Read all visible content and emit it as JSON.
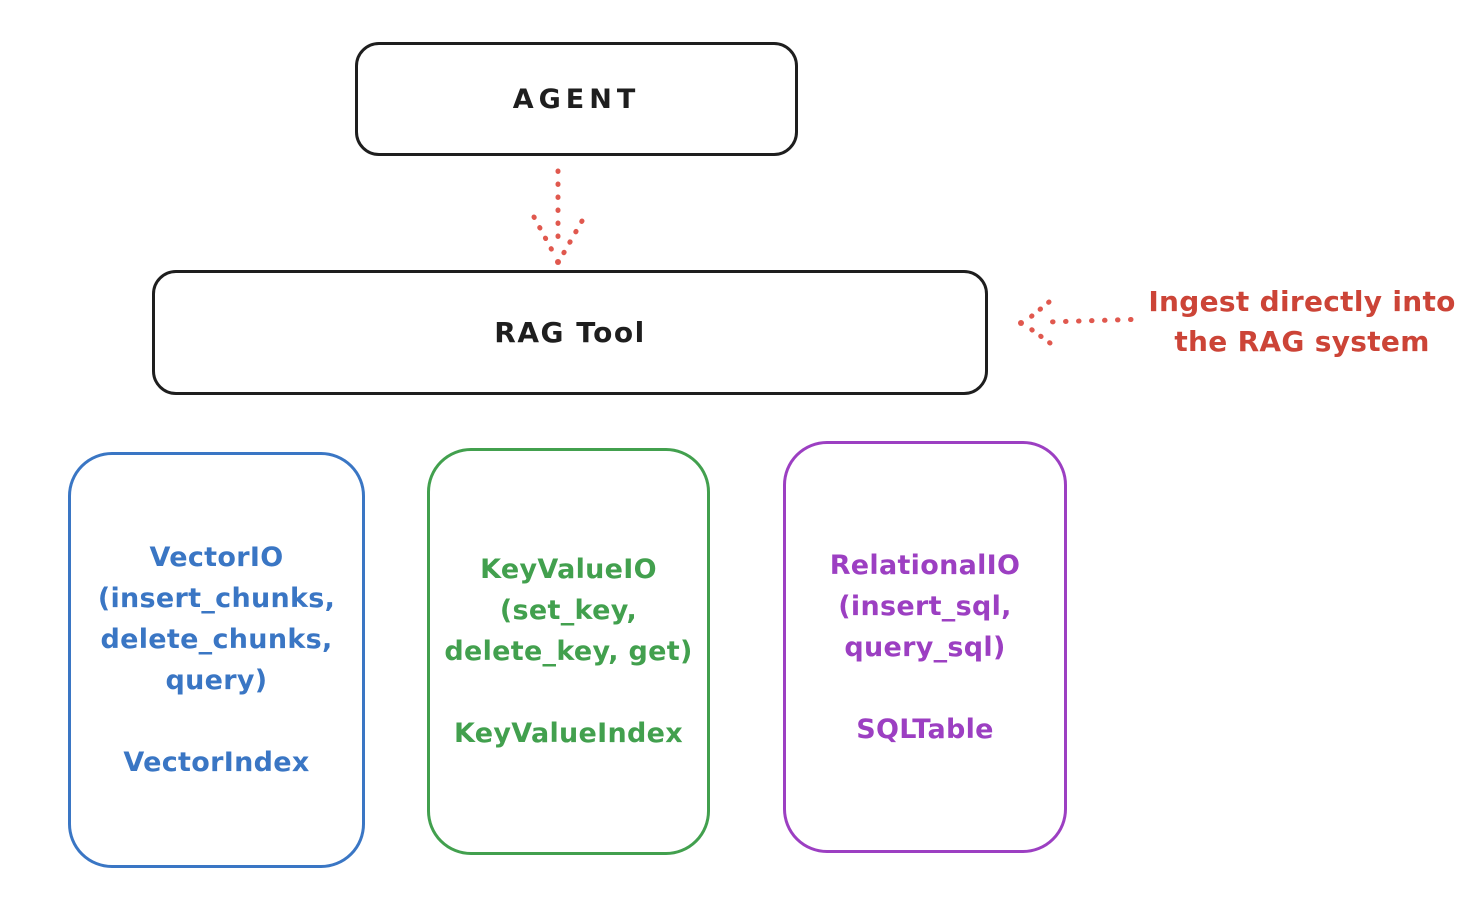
{
  "diagram": {
    "agent_box": {
      "label": "AGENT"
    },
    "rag_tool_box": {
      "label": "RAG Tool"
    },
    "annotation": {
      "line1": "Ingest directly into",
      "line2": "the RAG system"
    },
    "arrows": [
      {
        "name": "agent-to-rag-tool",
        "style": "dotted",
        "direction": "down",
        "color": "#e0584e"
      },
      {
        "name": "annotation-to-rag-tool",
        "style": "dotted",
        "direction": "left",
        "color": "#e0584e"
      }
    ],
    "stores": [
      {
        "name": "vector-io",
        "color": "#3a76c4",
        "lines": [
          "VectorIO",
          "(insert_chunks,",
          "delete_chunks,",
          "query)"
        ],
        "index_label": "VectorIndex"
      },
      {
        "name": "key-value-io",
        "color": "#42a04e",
        "lines": [
          "KeyValueIO",
          "(set_key,",
          "delete_key, get)"
        ],
        "index_label": "KeyValueIndex"
      },
      {
        "name": "relational-io",
        "color": "#9c3fc2",
        "lines": [
          "RelationalIO",
          "(insert_sql,",
          "query_sql)"
        ],
        "index_label": "SQLTable"
      }
    ],
    "colors": {
      "box_stroke": "#1e1e1e",
      "red_text": "#cc4437",
      "red_arrow": "#e0584e",
      "blue": "#3a76c4",
      "green": "#42a04e",
      "purple": "#9c3fc2"
    }
  }
}
